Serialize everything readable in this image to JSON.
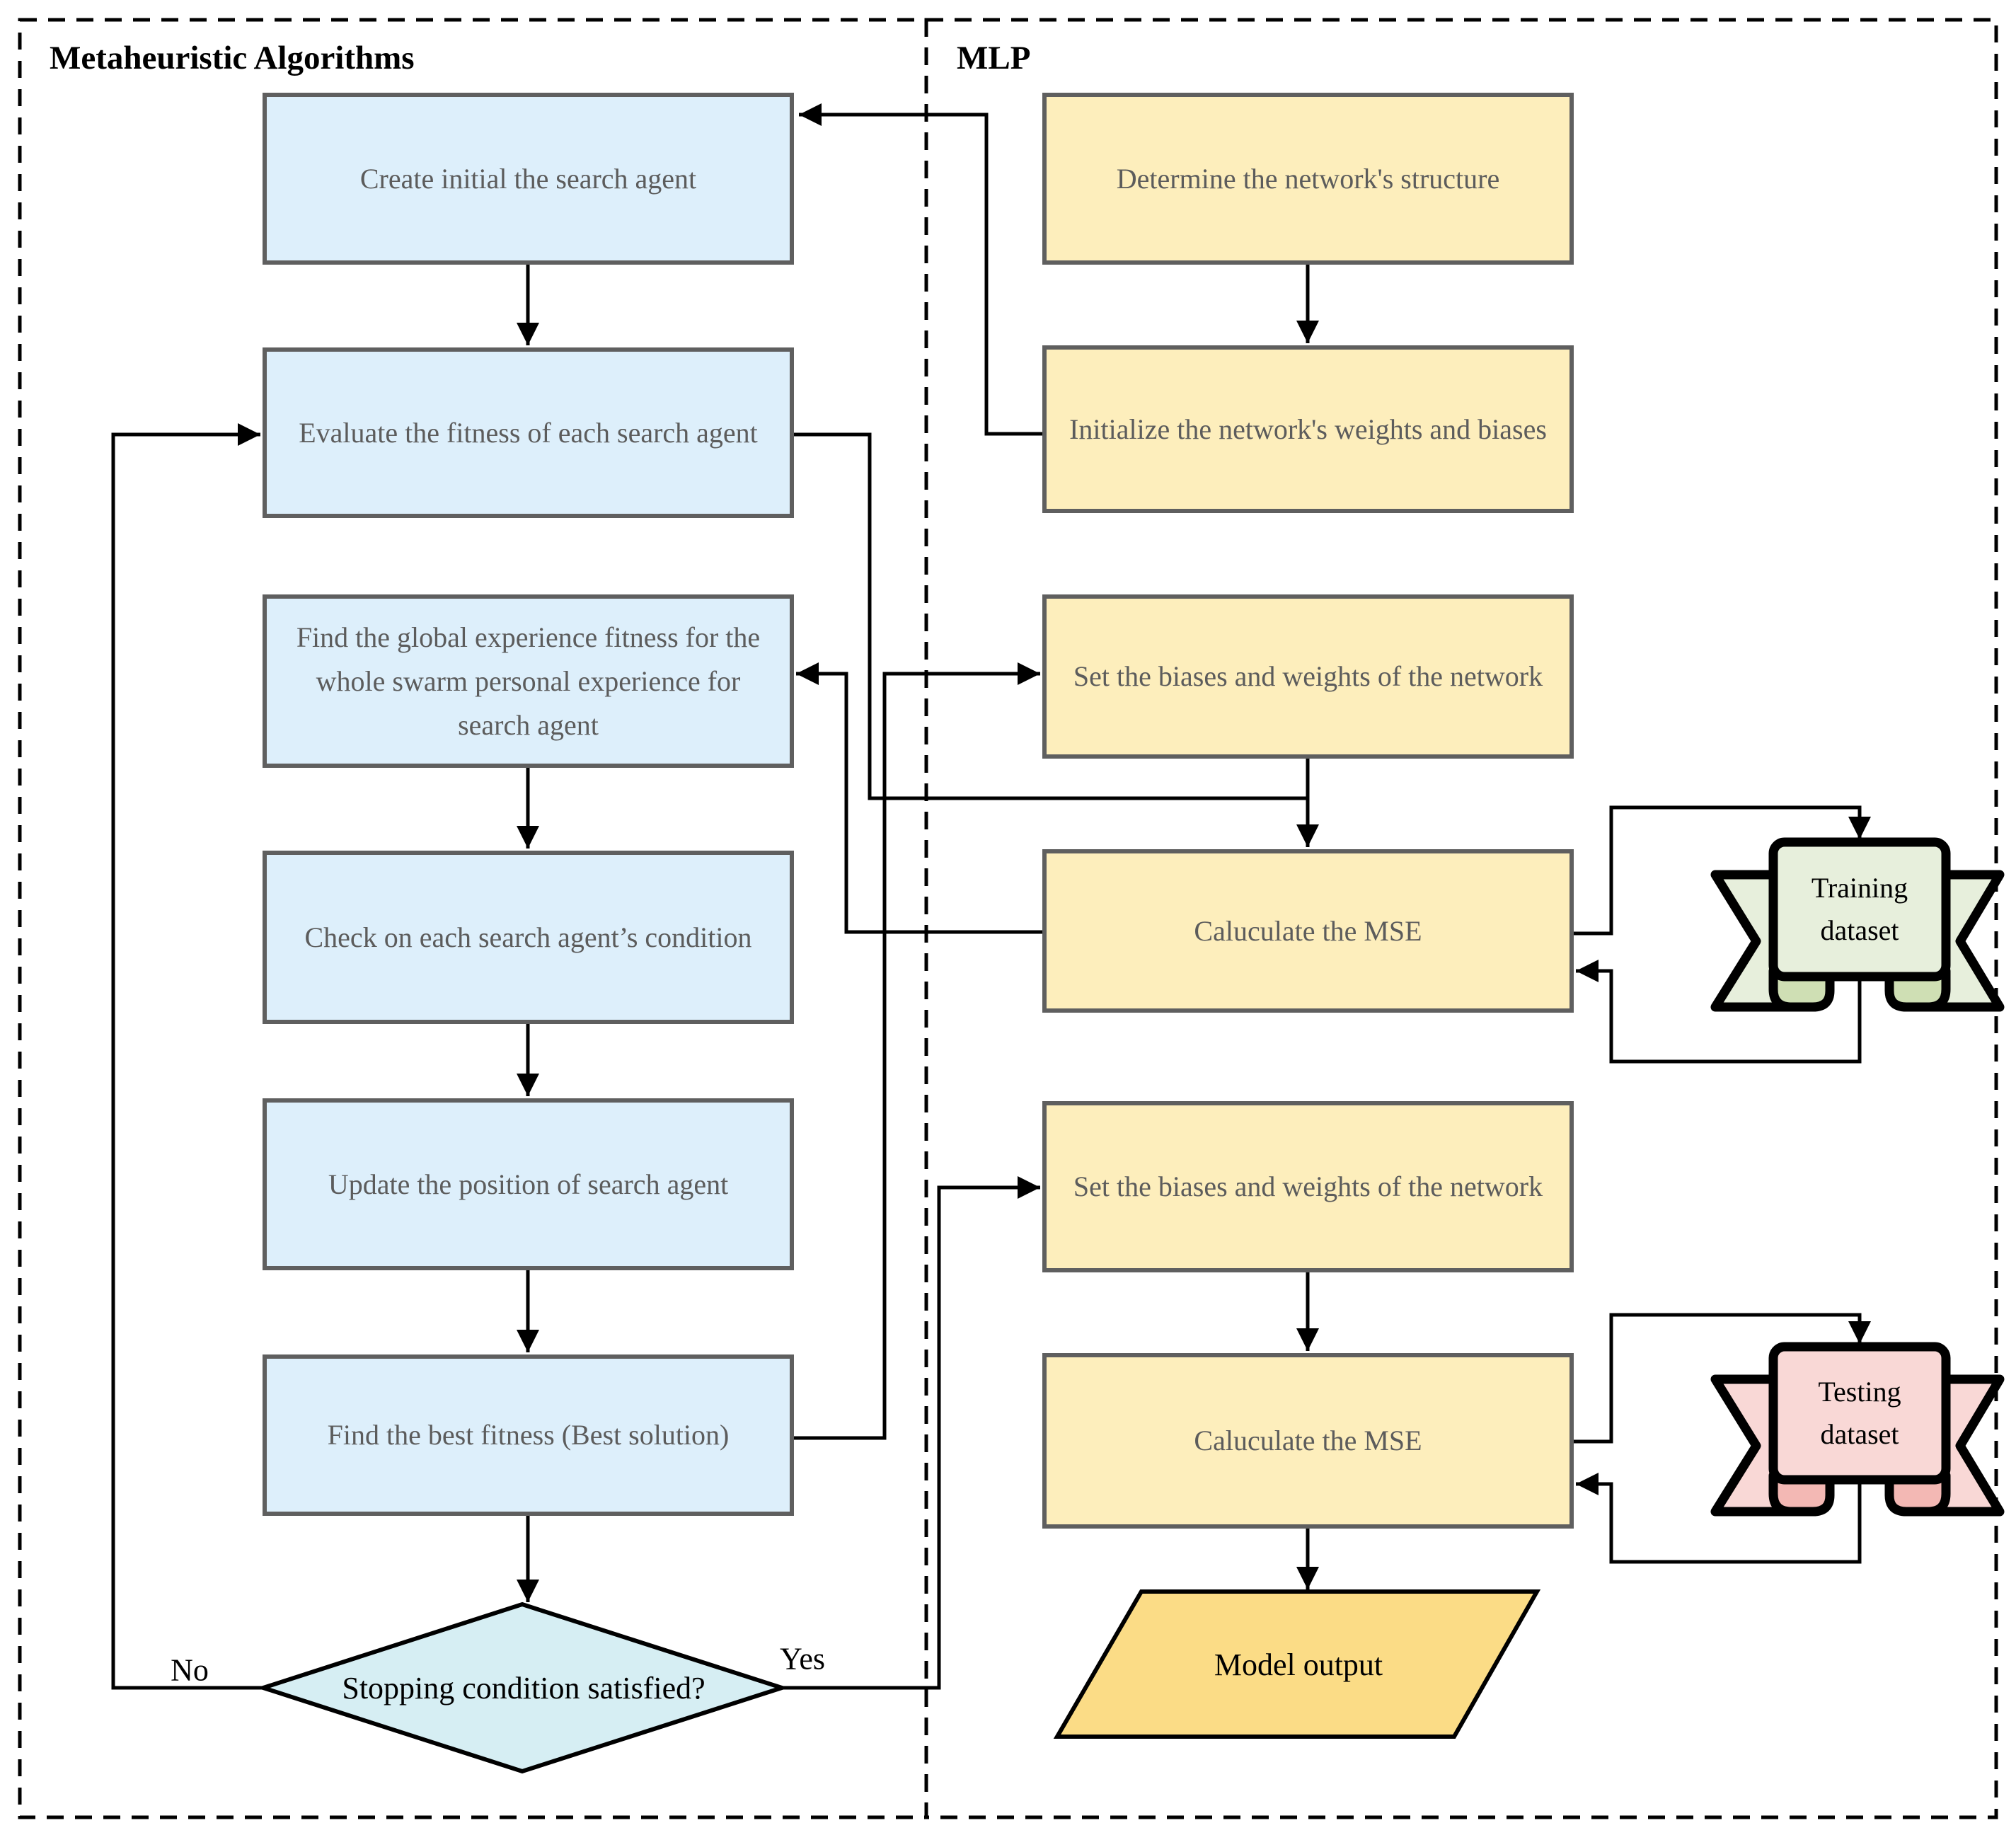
{
  "titles": {
    "left": "Metaheuristic Algorithms",
    "right": "MLP"
  },
  "metaheuristic_boxes": [
    "Create initial the search agent",
    "Evaluate the fitness of each search agent",
    "Find the global experience fitness for the whole swarm personal experience for search agent",
    "Check on each search agent’s condition",
    "Update the position of  search agent",
    "Find the best fitness (Best solution)"
  ],
  "decision": {
    "question": "Stopping condition satisfied?",
    "yes_label": "Yes",
    "no_label": "No"
  },
  "mlp_boxes": [
    "Determine the network's structure",
    "Initialize the network's weights and biases",
    "Set the biases and weights of the network",
    "Caluculate the MSE",
    "Set the biases and weights of the network",
    "Caluculate the MSE"
  ],
  "model_output_label": "Model output",
  "training_dataset": {
    "line1": "Training",
    "line2": "dataset"
  },
  "testing_dataset": {
    "line1": "Testing",
    "line2": "dataset"
  },
  "colors": {
    "blue_box_fill": "#ddeffb",
    "yellow_box_fill": "#fdeebc",
    "box_border": "#5f5f5f",
    "box_text": "#5c5c5c",
    "decision_fill": "#d6eef3",
    "output_fill": "#fbdc86",
    "training_fill": "#e7efdc",
    "training_fold": "#cfdfb4",
    "testing_fill": "#f9d8d6",
    "testing_fold": "#f3b8b4",
    "line_color": "#000000"
  }
}
